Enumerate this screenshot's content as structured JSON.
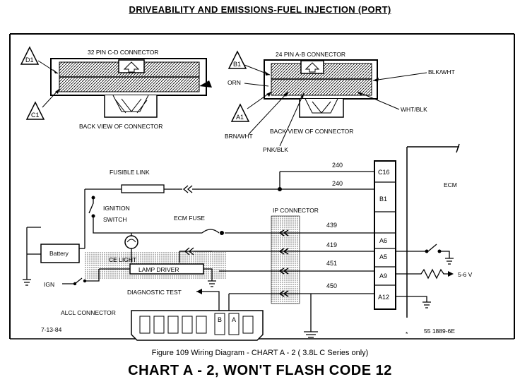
{
  "header": "DRIVEABILITY AND EMISSIONS-FUEL INJECTION (PORT)",
  "figure_caption": "Figure 109 Wiring Diagram - CHART A - 2 ( 3.8L  C Series only)",
  "chart_title": "CHART  A - 2, WON'T FLASH CODE 12",
  "connector_left": {
    "title": "32 PIN C-D  CONNECTOR",
    "corner_top": "D1",
    "corner_bottom": "C1",
    "back_view": "BACK VIEW OF CONNECTOR"
  },
  "connector_right": {
    "title": "24 PIN A-B  CONNECTOR",
    "corner_top": "B1",
    "corner_bottom": "A1",
    "back_view": "BACK VIEW OF CONNECTOR",
    "wire_orn": "ORN",
    "wire_blk_wht": "BLK/WHT",
    "wire_wht_blk": "WHT/BLK",
    "wire_brn_wht": "BRN/WHT",
    "wire_pnk_blk": "PNK/BLK"
  },
  "schematic": {
    "fusible_link": "FUSIBLE LINK",
    "ignition_switch_1": "IGNITION",
    "ignition_switch_2": "SWITCH",
    "ecm_fuse": "ECM FUSE",
    "ip_connector": "IP CONNECTOR",
    "battery": "Battery",
    "ce_light": "CE LIGHT",
    "lamp_driver": "LAMP DRIVER",
    "ign": "IGN",
    "diagnostic_test": "DIAGNOSTIC TEST",
    "alcl_connector": "ALCL CONNECTOR",
    "date": "7-13-84",
    "ecm": "ECM",
    "part_number": "55 1889-6E",
    "voltage": "5-6 V",
    "star": "*",
    "alcl_pin_b": "B",
    "alcl_pin_a": "A"
  },
  "wires": [
    "240",
    "240",
    "439",
    "419",
    "451",
    "450"
  ],
  "ecm_pins": [
    "C16",
    "B1",
    "A6",
    "A5",
    "A9",
    "A12"
  ]
}
